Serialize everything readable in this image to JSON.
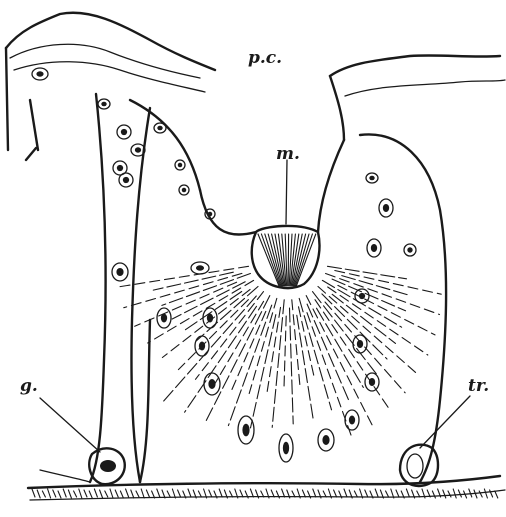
{
  "labels": {
    "pc": "p.c.",
    "m": "m.",
    "g": "g.",
    "tr": "tr."
  },
  "colors": {
    "ink": "#1a1a1a",
    "paper": "#ffffff"
  }
}
